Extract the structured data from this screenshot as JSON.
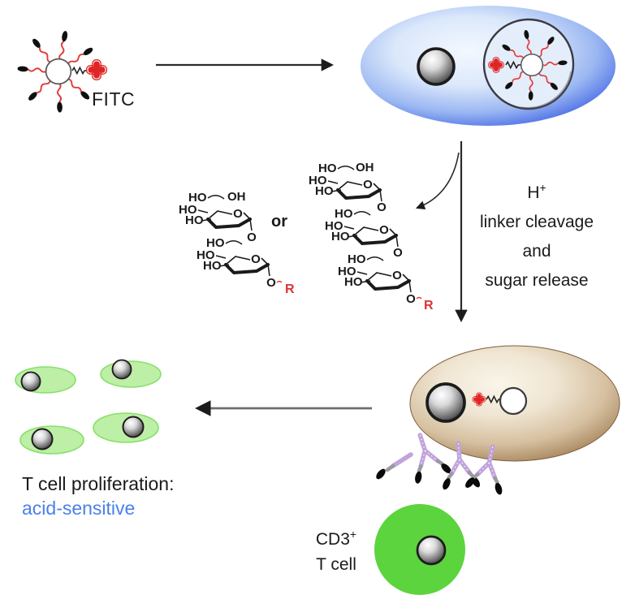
{
  "figure": {
    "fitc_label": "FITC",
    "or_label": "or",
    "process": {
      "acid": "H",
      "acid_sup": "+",
      "line2": "linker cleavage",
      "line3": "and",
      "line4": "sugar release"
    },
    "chem": {
      "ho": "HO",
      "oh": "OH",
      "o": "O",
      "r": "R"
    },
    "target": {
      "cd3": "CD3",
      "cd3_sup": "+",
      "cell": "T cell"
    },
    "result": {
      "line1": "T cell proliferation:",
      "line2": "acid-sensitive"
    },
    "colors": {
      "fitc_red": "#e02525",
      "acid_sensitive_blue": "#4a80e8",
      "cell_membrane_blue": "#3b5fdd",
      "endosome_cell_brown": "#8a6a45",
      "t_cell_green": "#5cd43e",
      "proliferating_cell_green": "#bdefa6",
      "antibody_purple": "#c1a3de",
      "sugar_r_red": "#dd3333",
      "sphere_gray": "#707070"
    }
  }
}
